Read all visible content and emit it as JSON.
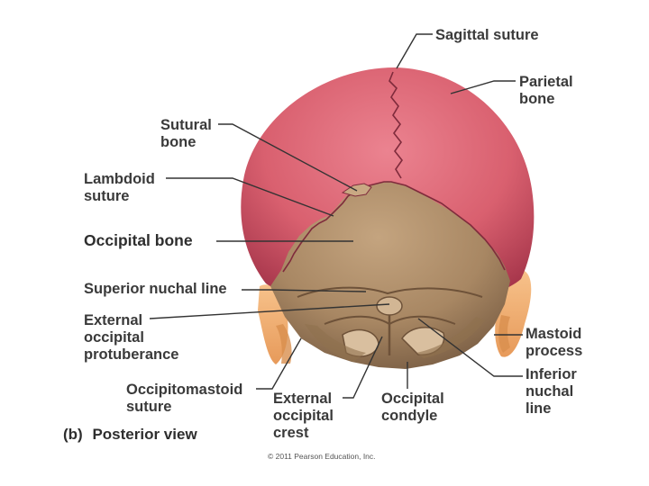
{
  "diagram": {
    "colors": {
      "parietal": "#d9606f",
      "occipital": "#a88763",
      "mastoid": "#f0ad6e",
      "suture": "#7f2b3c",
      "leader": "#333333"
    },
    "labels": {
      "sagittal_suture": "Sagittal suture",
      "parietal_bone": [
        "Parietal",
        "bone"
      ],
      "sutural_bone": [
        "Sutural",
        "bone"
      ],
      "lambdoid_suture": [
        "Lambdoid",
        "suture"
      ],
      "occipital_bone": "Occipital bone",
      "superior_nuchal_line": "Superior nuchal line",
      "external_occipital_protuberance": [
        "External",
        "occipital",
        "protuberance"
      ],
      "mastoid_process": [
        "Mastoid",
        "process"
      ],
      "inferior_nuchal_line": [
        "Inferior",
        "nuchal",
        "line"
      ],
      "occipitomastoid_suture": [
        "Occipitomastoid",
        "suture"
      ],
      "external_occipital_crest": [
        "External",
        "occipital",
        "crest"
      ],
      "occipital_condyle": [
        "Occipital",
        "condyle"
      ]
    },
    "caption": {
      "letter": "(b)",
      "text": "Posterior view"
    },
    "copyright": "© 2011 Pearson Education, Inc."
  }
}
